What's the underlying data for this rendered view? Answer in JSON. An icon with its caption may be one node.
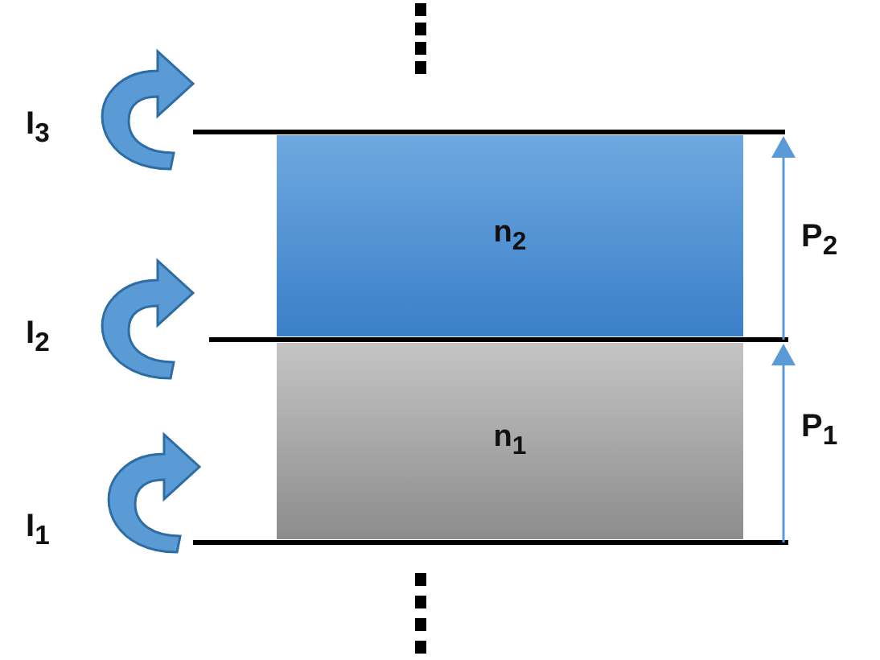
{
  "diagram": {
    "nodes": [
      {
        "text": [
          "n$_{2}$"
        ]
      },
      {
        "text": [
          "n$_{1}$"
        ]
      }
    ],
    "labels": [
      "I$_{3}$",
      "P$_{2}$",
      "I$_{2}$",
      "P$_{1}$",
      "I$_{1}$"
    ]
  }
}
